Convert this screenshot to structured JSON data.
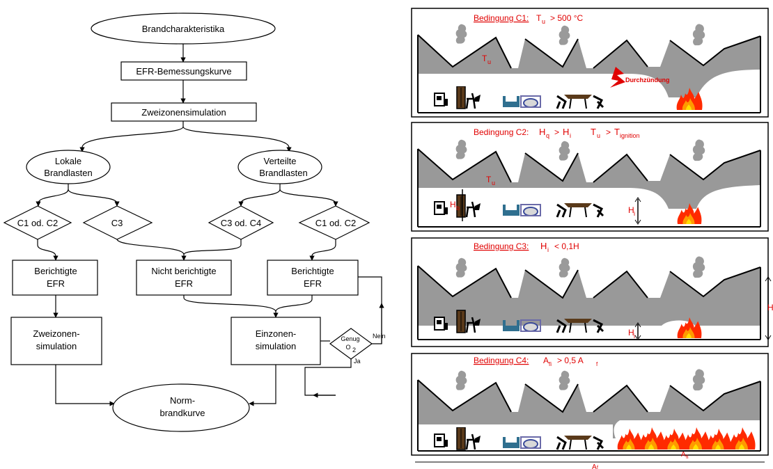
{
  "flowchart": {
    "brandcharakteristika": "Brandcharakteristika",
    "efr_bemessungskurve": "EFR-Bemessungskurve",
    "zweizonensimulation": "Zweizonensimulation",
    "lokale": [
      "Lokale",
      "Brandlasten"
    ],
    "verteilte": [
      "Verteilte",
      "Brandlasten"
    ],
    "c1_c2_left": "C1 od. C2",
    "c3": "C3",
    "c3_c4": "C3 od. C4",
    "c1_c2_right": "C1 od. C2",
    "berichtigte_left": [
      "Berichtigte",
      "EFR"
    ],
    "nicht_berichtigte": [
      "Nicht berichtigte",
      "EFR"
    ],
    "berichtigte_right": [
      "Berichtigte",
      "EFR"
    ],
    "zweizonen_sim": [
      "Zweizonen-",
      "simulation"
    ],
    "einzonen_sim": [
      "Einzonen-",
      "simulation"
    ],
    "genug": [
      "Genug",
      "O",
      "2"
    ],
    "nein": "Nein",
    "ja": "Ja",
    "norm": [
      "Norm-",
      "brandkurve"
    ]
  },
  "panels": {
    "c1": {
      "bedingung": "Bedingung C1:",
      "tu": "T",
      "tu_sub": "u",
      "cond": "> 500 °C",
      "durchzuendung": "Durchzündung"
    },
    "c2": {
      "bedingung": "Bedingung C2:",
      "hq": "H",
      "hq_sub": "q",
      "gt1": ">",
      "hi": "H",
      "hi_sub": "i",
      "tu": "T",
      "tu_sub": "u",
      "gt2": ">",
      "tign": "T",
      "tign_sub": "ignition",
      "hb": "H",
      "hb_sub": "b"
    },
    "c3": {
      "bedingung": "Bedingung C3:",
      "hi": "H",
      "hi_sub": "i",
      "cond": "< 0,1H",
      "h_right": "H"
    },
    "c4": {
      "bedingung": "Bedingung C4:",
      "afi": "A",
      "afi_sub": "fi",
      "cond": "> 0,5 A",
      "cond_sub": "f",
      "af": "A",
      "af_sub": "f"
    }
  },
  "colors": {
    "smoke": "#999999",
    "label_red": "#e00000",
    "furniture_blue": "#2f6f8f"
  },
  "icons": [
    "flame-icon",
    "cabinet-icon",
    "chair-icon",
    "table-icon",
    "sofa-icon",
    "oven-icon",
    "lightning-icon"
  ]
}
